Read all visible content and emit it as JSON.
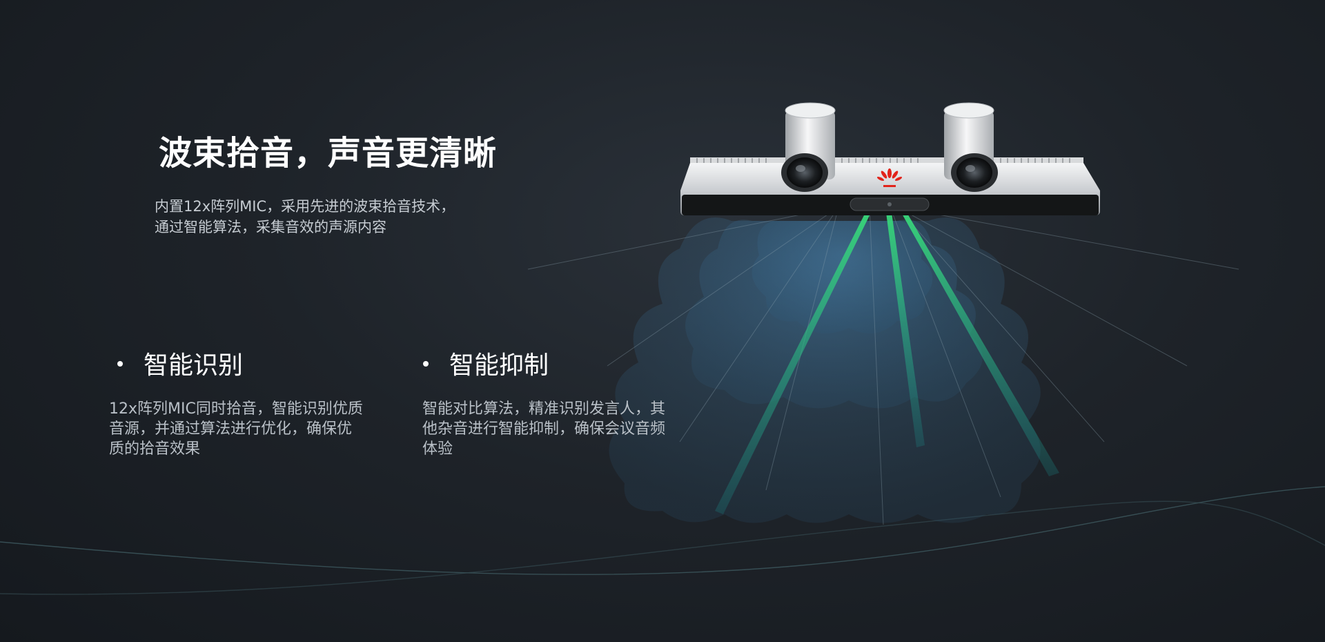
{
  "headline": "波束拾音，声音更清晰",
  "intro": {
    "line1": "内置12x阵列MIC，采用先进的波束拾音技术，",
    "line2": "通过智能算法，采集音效的声源内容"
  },
  "features": [
    {
      "title": "智能识别",
      "lines": [
        "12x阵列MIC同时拾音，智能识别优质",
        "音源，并通过算法进行优化，确保优",
        "质的拾音效果"
      ]
    },
    {
      "title": "智能抑制",
      "lines": [
        "智能对比算法，精准识别发言人，其",
        "他杂音进行智能抑制，确保会议音频",
        "体验"
      ]
    }
  ],
  "colors": {
    "background": "#1b1f25",
    "beam_green": "#2ecc71",
    "wave_blue": "#3a6e96",
    "brand_red": "#e2231a"
  },
  "icons": {
    "bullet": "dot-icon",
    "brand_logo": "huawei-logo-icon"
  }
}
